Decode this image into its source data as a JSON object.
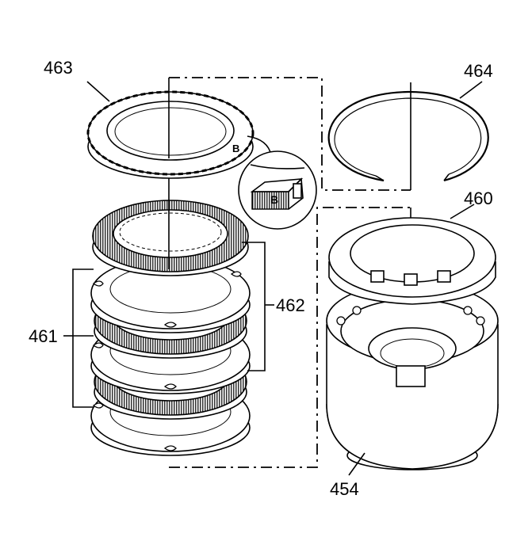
{
  "callouts": {
    "c463": "463",
    "c464": "464",
    "c460": "460",
    "c462": "462",
    "c461": "461",
    "c454": "454"
  },
  "detail_label": "B",
  "colors": {
    "line": "#000000",
    "background": "#ffffff"
  }
}
